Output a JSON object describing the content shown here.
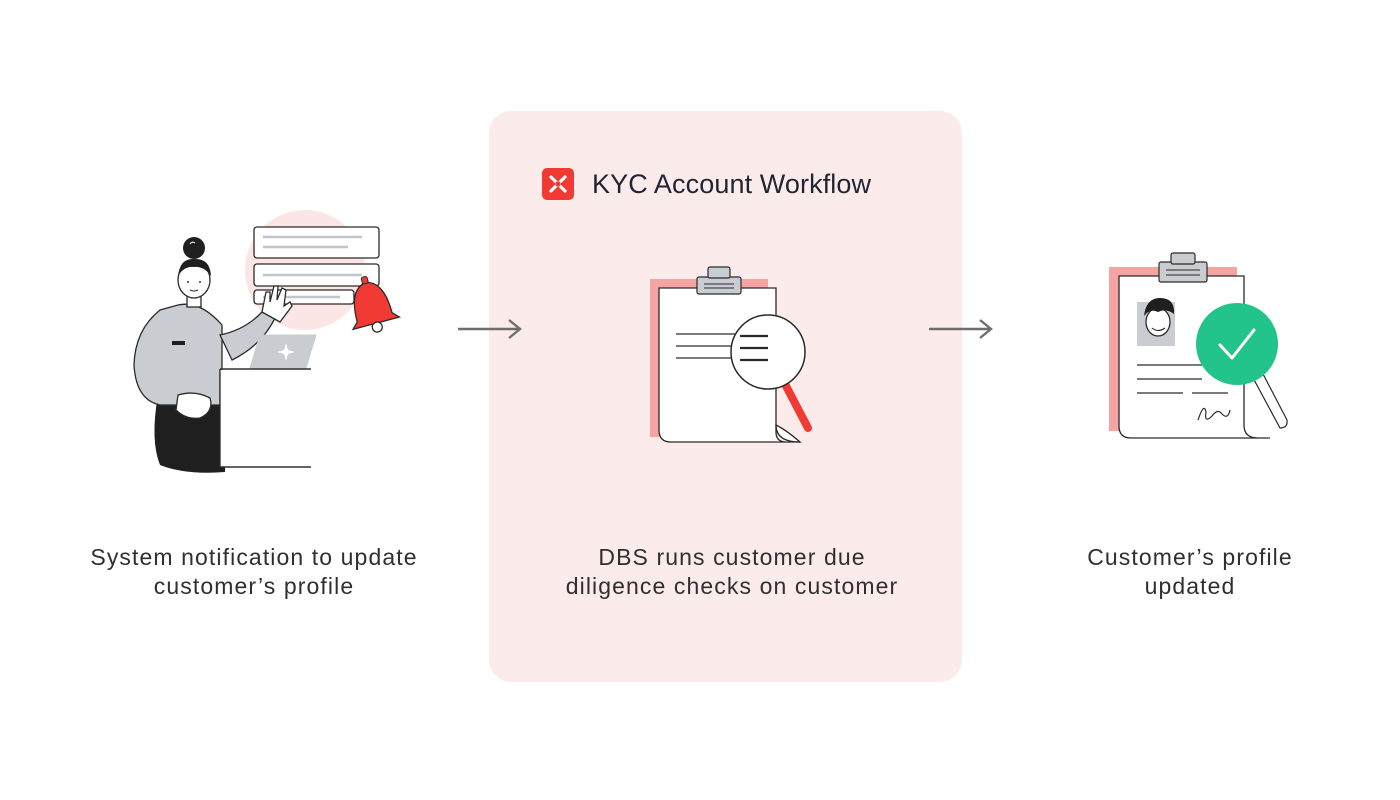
{
  "workflow": {
    "title": "KYC Account Workflow",
    "logo_icon": "dbs-star-logo-icon",
    "accent_color": "#f03a33"
  },
  "steps": [
    {
      "icon": "woman-laptop-notification-bell-icon",
      "caption_lines": [
        "System notification to update",
        "customer’s profile"
      ]
    },
    {
      "icon": "clipboard-magnifier-icon",
      "caption_lines": [
        "DBS runs customer due",
        "diligence checks on customer"
      ]
    },
    {
      "icon": "profile-clipboard-check-icon",
      "caption_lines": [
        "Customer’s profile",
        "updated"
      ],
      "check_color": "#22c48c"
    }
  ],
  "connectors": [
    "arrow-right-icon",
    "arrow-right-icon"
  ]
}
